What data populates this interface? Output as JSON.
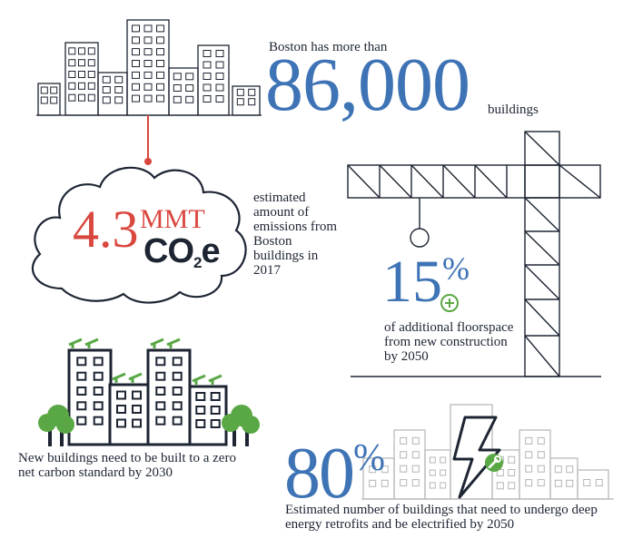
{
  "buildings": {
    "intro": "Boston has more than",
    "count": "86,000",
    "unit": "buildings"
  },
  "emissions": {
    "value": "4.3",
    "unit": "MMT",
    "gas": "CO",
    "gas_sub": "2",
    "gas_suffix": "e",
    "description": "estimated amount of emissions from Boston buildings in 2017"
  },
  "floorspace": {
    "value": "15",
    "percent": "%",
    "description": "of additional floorspace from new construction by 2050"
  },
  "new_buildings": {
    "description": "New buildings need to be built to a zero net carbon standard by 2030"
  },
  "retrofits": {
    "value": "80",
    "percent": "%",
    "description": "Estimated number of buildings that need to undergo deep energy retrofits and be electrified by 2050"
  },
  "colors": {
    "navy": "#1d2533",
    "blue": "#3e73b5",
    "red": "#d9473f",
    "green": "#5aa845",
    "gray": "#b5b5b5"
  },
  "icons": [
    "city-skyline-icon",
    "cloud-icon",
    "crane-icon",
    "plus-circle-icon",
    "green-buildings-icon",
    "tree-icon",
    "solar-panel-icon",
    "lightning-bolt-icon",
    "wrench-icon"
  ]
}
